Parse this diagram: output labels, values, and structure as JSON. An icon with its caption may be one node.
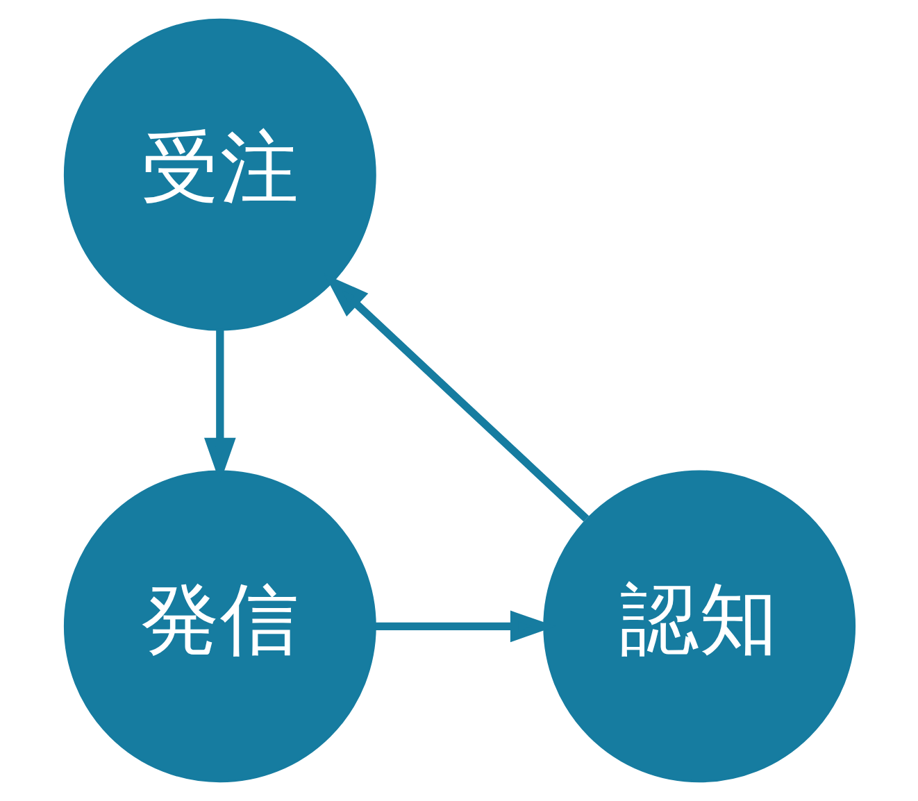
{
  "diagram": {
    "nodes": [
      {
        "text": [
          "受注"
        ]
      },
      {
        "text": [
          "認知"
        ]
      },
      {
        "text": [
          "発信"
        ]
      }
    ],
    "edges": [
      {
        "from": 0,
        "to": 2,
        "arrow": "to"
      },
      {
        "from": 2,
        "to": 1,
        "arrow": "to"
      },
      {
        "from": 1,
        "to": 0,
        "arrow": "to"
      }
    ]
  }
}
